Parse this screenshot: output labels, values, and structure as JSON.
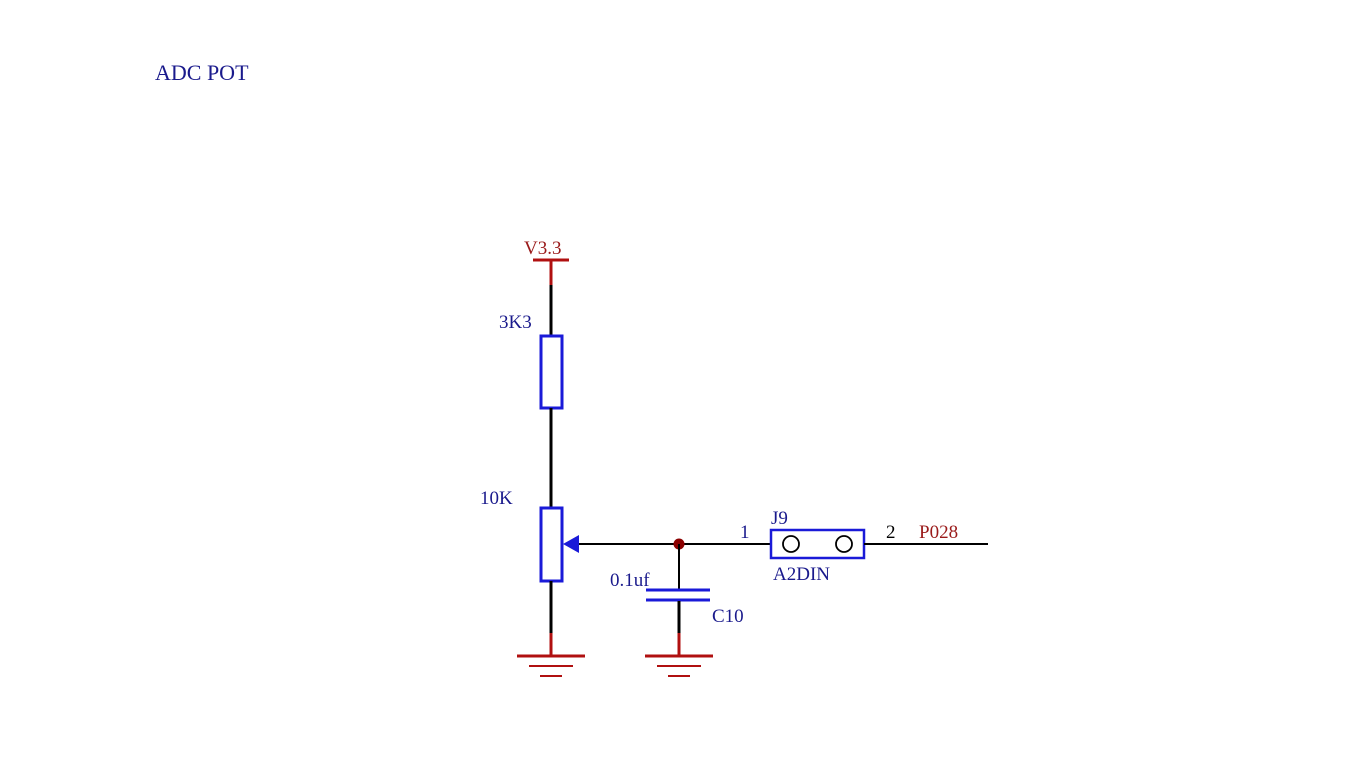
{
  "title": "ADC POT",
  "labels": {
    "power_net": "V3.3",
    "resistor_value": "3K3",
    "pot_value": "10K",
    "cap_value": "0.1uf",
    "cap_ref": "C10",
    "jumper_ref": "J9",
    "jumper_value": "A2DIN",
    "pin_1": "1",
    "pin_2": "2",
    "output_net": "P028"
  },
  "colors": {
    "component": "#1a1ad8",
    "wire": "#000000",
    "power": "#b01010",
    "junction": "#8b0000",
    "title": "#1a1a8c",
    "label_blue": "#1a1a8c",
    "label_red": "#9a1a1a"
  }
}
